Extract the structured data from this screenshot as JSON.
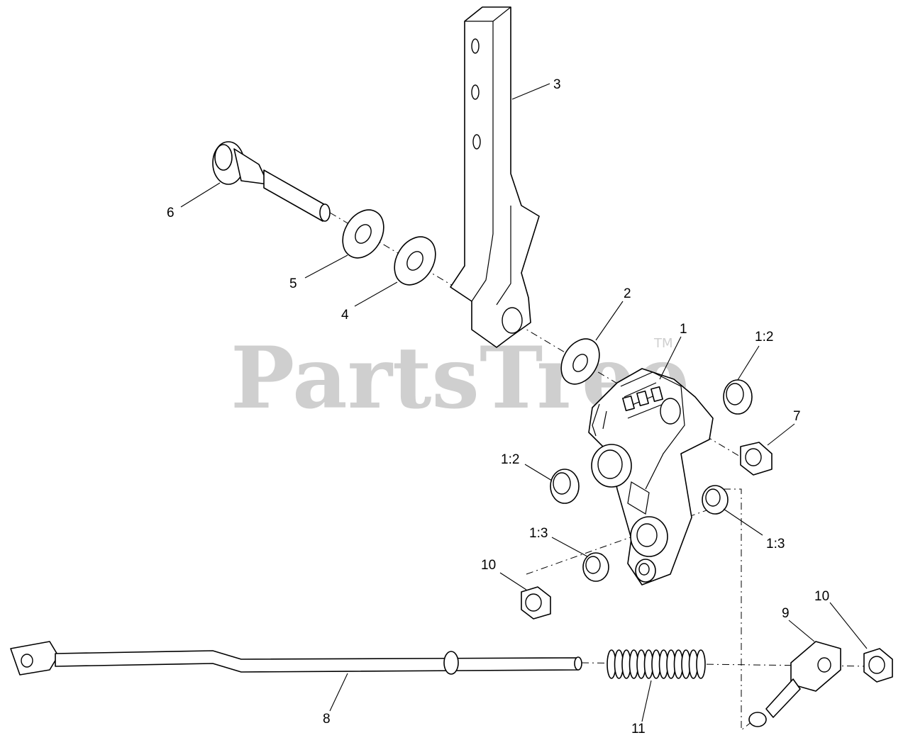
{
  "watermark": {
    "text": "PartsTree",
    "trademark": "TM"
  },
  "callouts": {
    "c1": "1",
    "c1_2a": "1:2",
    "c1_2b": "1:2",
    "c1_3a": "1:3",
    "c1_3b": "1:3",
    "c2": "2",
    "c3": "3",
    "c4": "4",
    "c5": "5",
    "c6": "6",
    "c7": "7",
    "c8": "8",
    "c9": "9",
    "c10a": "10",
    "c10b": "10",
    "c11": "11"
  }
}
